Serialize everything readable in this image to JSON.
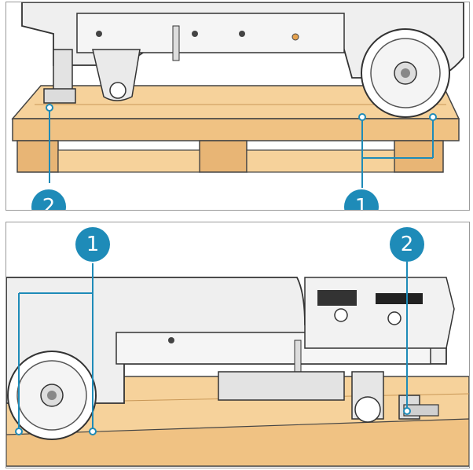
{
  "callouts": {
    "top_left": "2",
    "top_right": "1",
    "bottom_left": "1",
    "bottom_right": "2"
  },
  "colors": {
    "callout": "#1e8bb8",
    "callout_line": "#1e8bb8",
    "wood": "#f2c98e",
    "wood_dark": "#d9a96a",
    "machine": "#eeeeee",
    "outline": "#333333"
  }
}
